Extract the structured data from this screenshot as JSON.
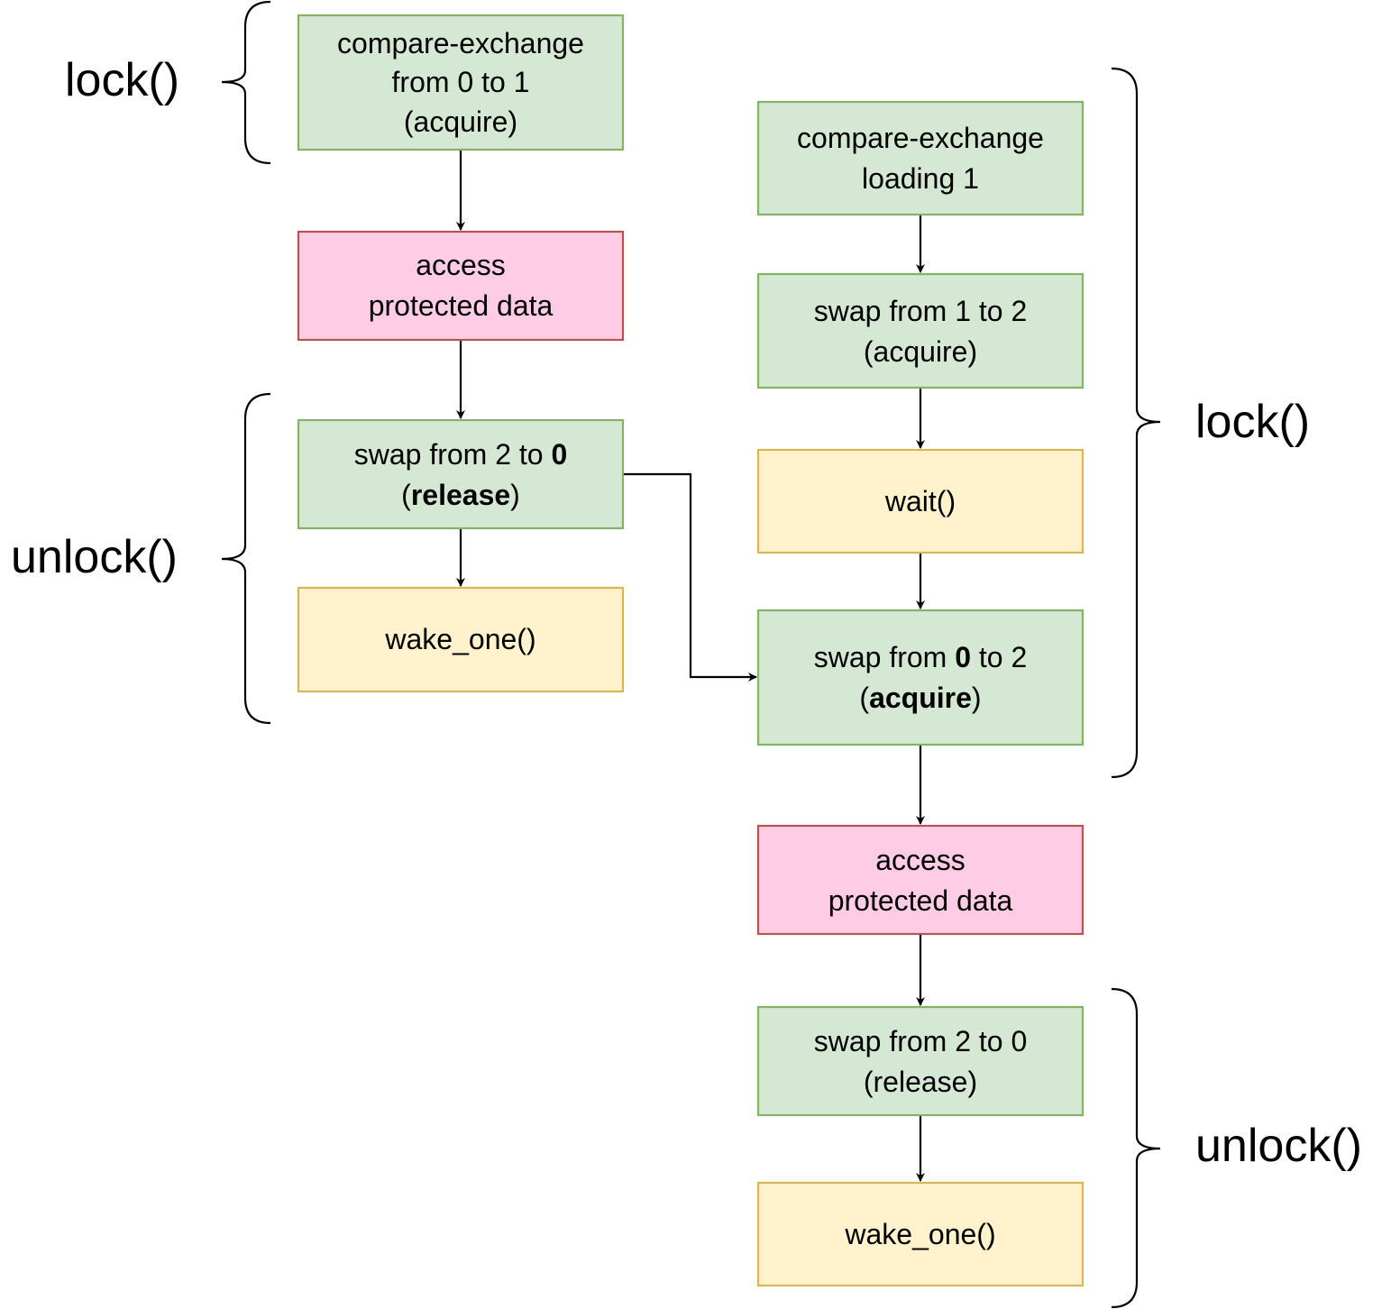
{
  "colors": {
    "green_fill": "#d5e8d4",
    "green_stroke": "#82b366",
    "pink_fill": "#ffcce6",
    "pink_stroke": "#b85450",
    "yellow_fill": "#fff2cc",
    "yellow_stroke": "#d6b656"
  },
  "labels": {
    "left_lock": "lock()",
    "left_unlock": "unlock()",
    "right_lock": "lock()",
    "right_unlock": "unlock()"
  },
  "left": {
    "cmpxchg": {
      "line1": "compare-exchange",
      "line2": "from 0 to 1",
      "line3": "(acquire)"
    },
    "access": {
      "line1": "access",
      "line2": "protected data"
    },
    "swap": {
      "line1_a": "swap from 2 to ",
      "line1_b": "0",
      "line2_a": "(",
      "line2_b": "release",
      "line2_c": ")"
    },
    "wake": {
      "line1": "wake_one()"
    }
  },
  "right": {
    "cmpxchg": {
      "line1": "compare-exchange",
      "line2": "loading 1"
    },
    "swap1": {
      "line1": "swap from 1 to 2",
      "line2": "(acquire)"
    },
    "wait": {
      "line1": "wait()"
    },
    "swap0": {
      "line1_a": "swap from ",
      "line1_b": "0",
      "line1_c": " to 2",
      "line2_a": "(",
      "line2_b": "acquire",
      "line2_c": ")"
    },
    "access": {
      "line1": "access",
      "line2": "protected data"
    },
    "release": {
      "line1": "swap from 2 to 0",
      "line2": "(release)"
    },
    "wake": {
      "line1": "wake_one()"
    }
  }
}
